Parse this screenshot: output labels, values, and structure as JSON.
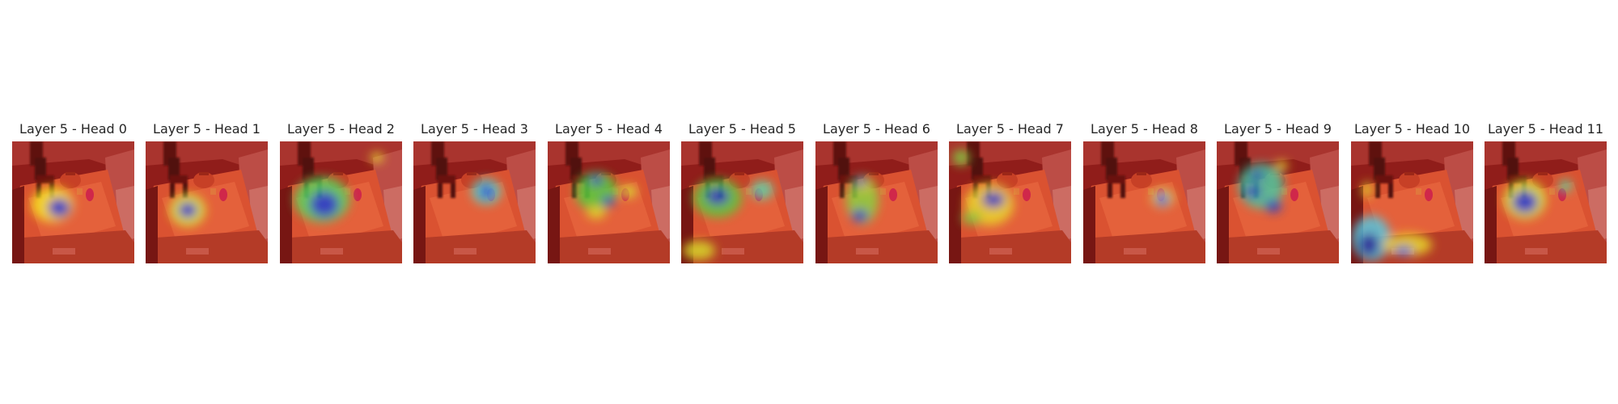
{
  "figure": {
    "panels": [
      {
        "title": "Layer 5 - Head 0"
      },
      {
        "title": "Layer 5 - Head 1"
      },
      {
        "title": "Layer 5 - Head 2"
      },
      {
        "title": "Layer 5 - Head 3"
      },
      {
        "title": "Layer 5 - Head 4"
      },
      {
        "title": "Layer 5 - Head 5"
      },
      {
        "title": "Layer 5 - Head 6"
      },
      {
        "title": "Layer 5 - Head 7"
      },
      {
        "title": "Layer 5 - Head 8"
      },
      {
        "title": "Layer 5 - Head 9"
      },
      {
        "title": "Layer 5 - Head 10"
      },
      {
        "title": "Layer 5 - Head 11"
      }
    ]
  }
}
